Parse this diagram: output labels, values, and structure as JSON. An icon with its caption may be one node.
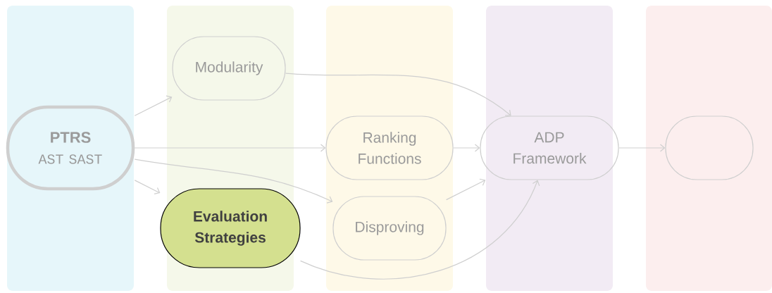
{
  "diagram": {
    "nodes": [
      {
        "text": [
          "PTRS",
          "AST SAST"
        ]
      },
      {
        "text": [
          "Modularity"
        ]
      },
      {
        "text": [
          "Ranking Functions"
        ]
      },
      {
        "text": [
          "Evaluation Strategies"
        ]
      },
      {
        "text": [
          "Disproving"
        ]
      },
      {
        "text": [
          "ADP Framework"
        ]
      },
      {
        "text": [],
        "shape": "box"
      }
    ],
    "edges": [
      {
        "from": 0,
        "to": 1,
        "arrow": "to"
      },
      {
        "from": 0,
        "to": 2,
        "arrow": "to"
      },
      {
        "from": 0,
        "to": 3,
        "arrow": "to"
      },
      {
        "from": 0,
        "to": 4,
        "arrow": "to"
      },
      {
        "from": 1,
        "to": 5,
        "arrow": "to"
      },
      {
        "from": 2,
        "to": 5,
        "arrow": "to"
      },
      {
        "from": 4,
        "to": 5,
        "arrow": "to"
      },
      {
        "from": 3,
        "to": 5,
        "arrow": "to"
      },
      {
        "from": 5,
        "to": 6,
        "arrow": "to"
      }
    ]
  }
}
